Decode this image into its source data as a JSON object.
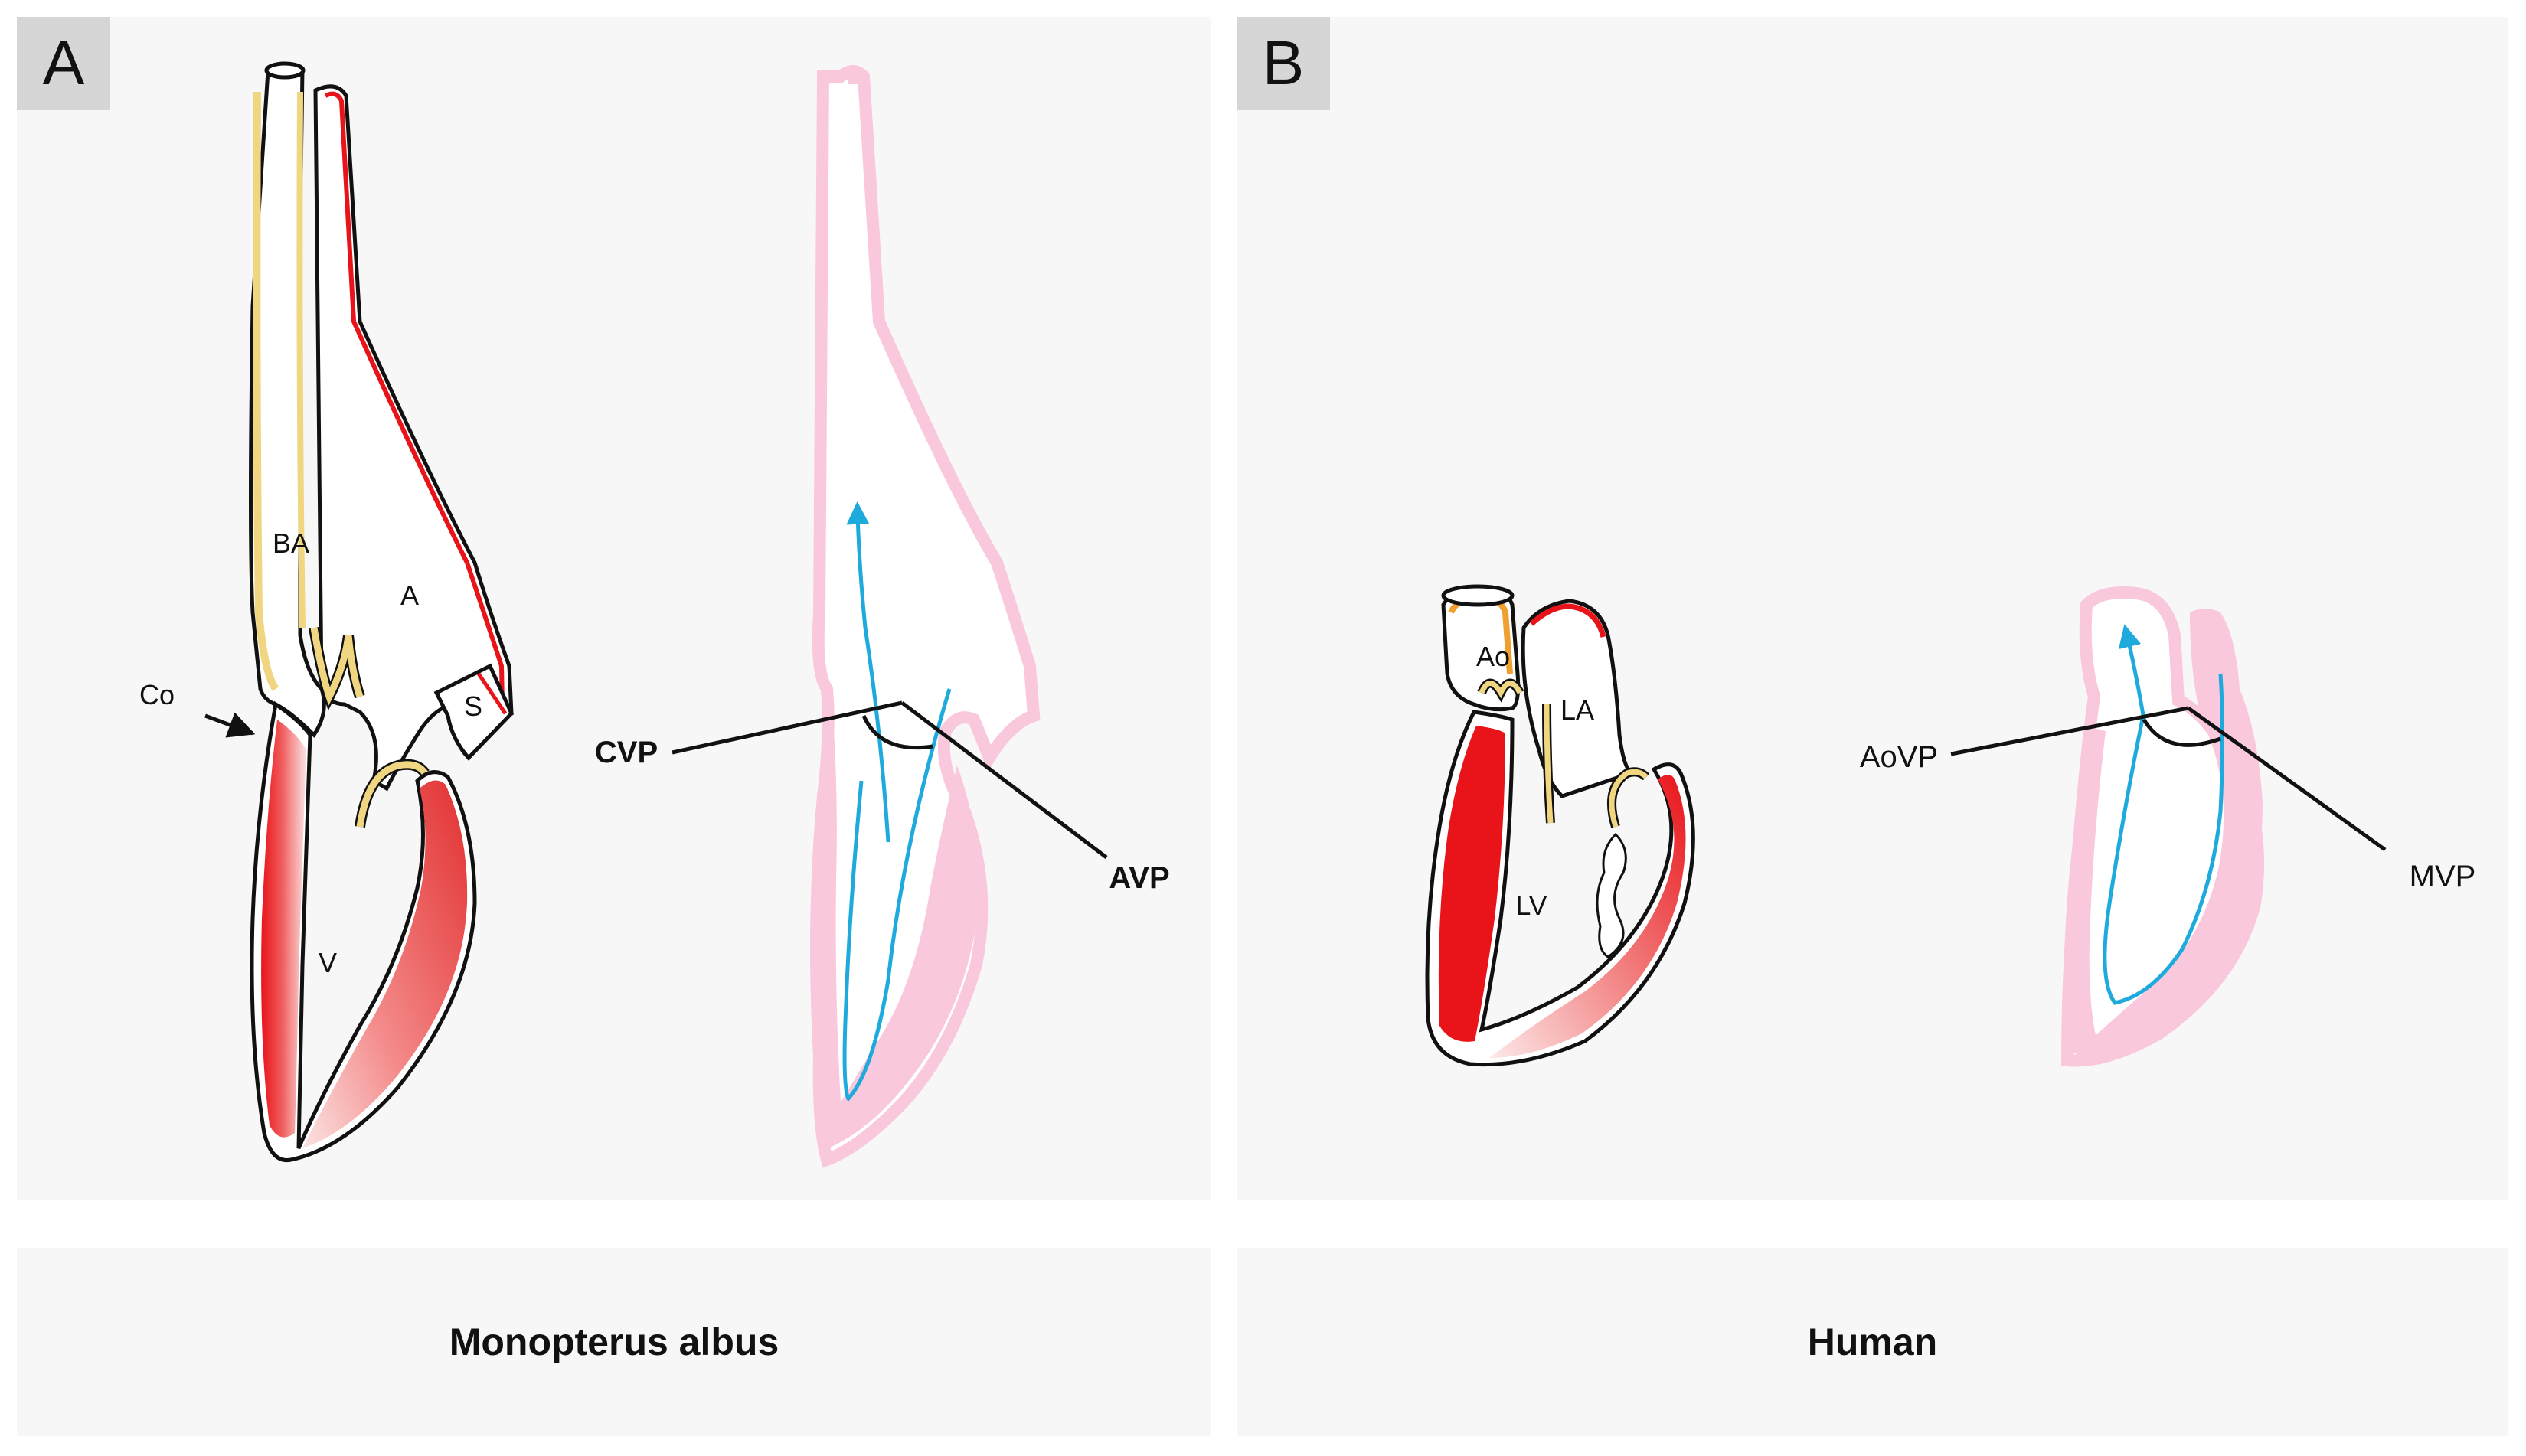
{
  "panels": [
    {
      "letter": "A",
      "caption": "Monopterus albus",
      "labels": {
        "ba": "BA",
        "a": "A",
        "s": "S",
        "co": "Co",
        "v": "V"
      },
      "angle_labels": {
        "left": "CVP",
        "right": "AVP"
      }
    },
    {
      "letter": "B",
      "caption": "Human",
      "labels": {
        "ao": "Ao",
        "la": "LA",
        "lv": "LV"
      },
      "angle_labels": {
        "left": "AoVP",
        "right": "MVP"
      }
    }
  ],
  "colors": {
    "myocardium_red": "#e8141a",
    "myocardium_light": "#f7c9c9",
    "bulbus_yellow": "#f0d680",
    "outline": "#111111",
    "silhouette_pink": "#fac8dc",
    "flow_blue": "#1eaadc",
    "panel_bg": "#f7f7f7",
    "badge_bg": "#d6d6d6"
  }
}
